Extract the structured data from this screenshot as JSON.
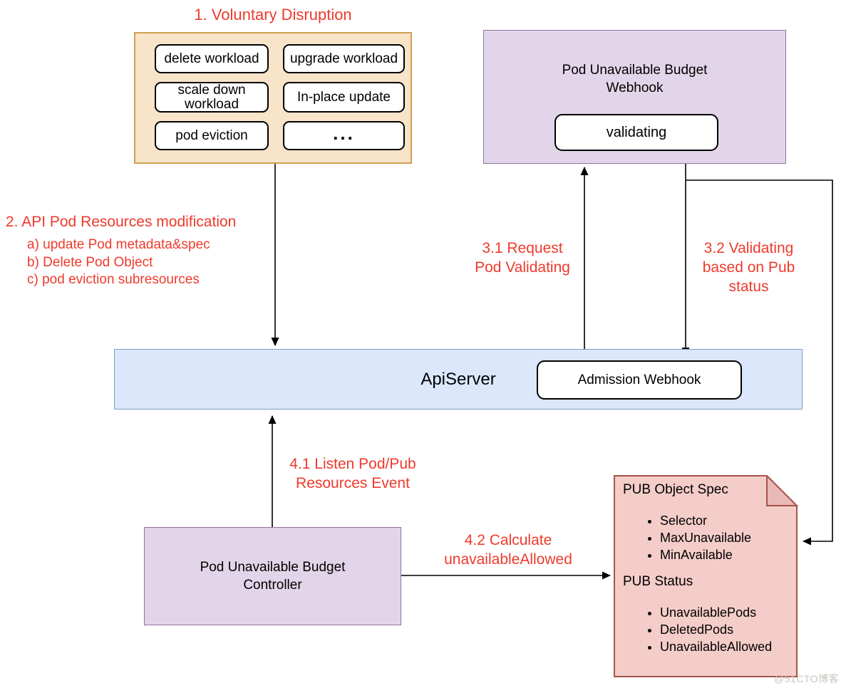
{
  "colors": {
    "red_text": "#ee3a2c",
    "orange_fill": "#f8e4c8",
    "orange_border": "#cfa24f",
    "purple_fill": "#e3d5e9",
    "purple_border": "#9173a1",
    "blue_fill": "#dbe8fc",
    "blue_border": "#7e9cc4",
    "pink_fill": "#f4cdc9",
    "pink_border": "#a6544a",
    "pink_fold": "#eab9b5"
  },
  "voluntary": {
    "title": "1. Voluntary Disruption",
    "items": [
      "delete workload",
      "upgrade workload",
      "scale down\nworkload",
      "In-place update",
      "pod eviction",
      "..."
    ]
  },
  "webhook": {
    "title": "Pod Unavailable Budget\nWebhook",
    "inner": "validating"
  },
  "modification": {
    "title": "2. API Pod Resources modification",
    "items": [
      "a) update Pod metadata&spec",
      "b) Delete Pod Object",
      "c) pod eviction subresources"
    ]
  },
  "apiserver": {
    "label": "ApiServer",
    "admission": "Admission Webhook"
  },
  "labels": {
    "l31": "3.1 Request\nPod Validating",
    "l32": "3.2 Validating\nbased on Pub\nstatus",
    "l41": "4.1 Listen Pod/Pub\nResources Event",
    "l42": "4.2 Calculate\nunavailableAllowed"
  },
  "controller": {
    "label": "Pod Unavailable Budget\nController"
  },
  "pub": {
    "spec_title": "PUB Object Spec",
    "spec_items": [
      "Selector",
      "MaxUnavailable",
      "MinAvailable"
    ],
    "status_title": "PUB Status",
    "status_items": [
      "UnavailablePods",
      "DeletedPods",
      "UnavailableAllowed"
    ]
  },
  "watermark": "@51CTO博客"
}
